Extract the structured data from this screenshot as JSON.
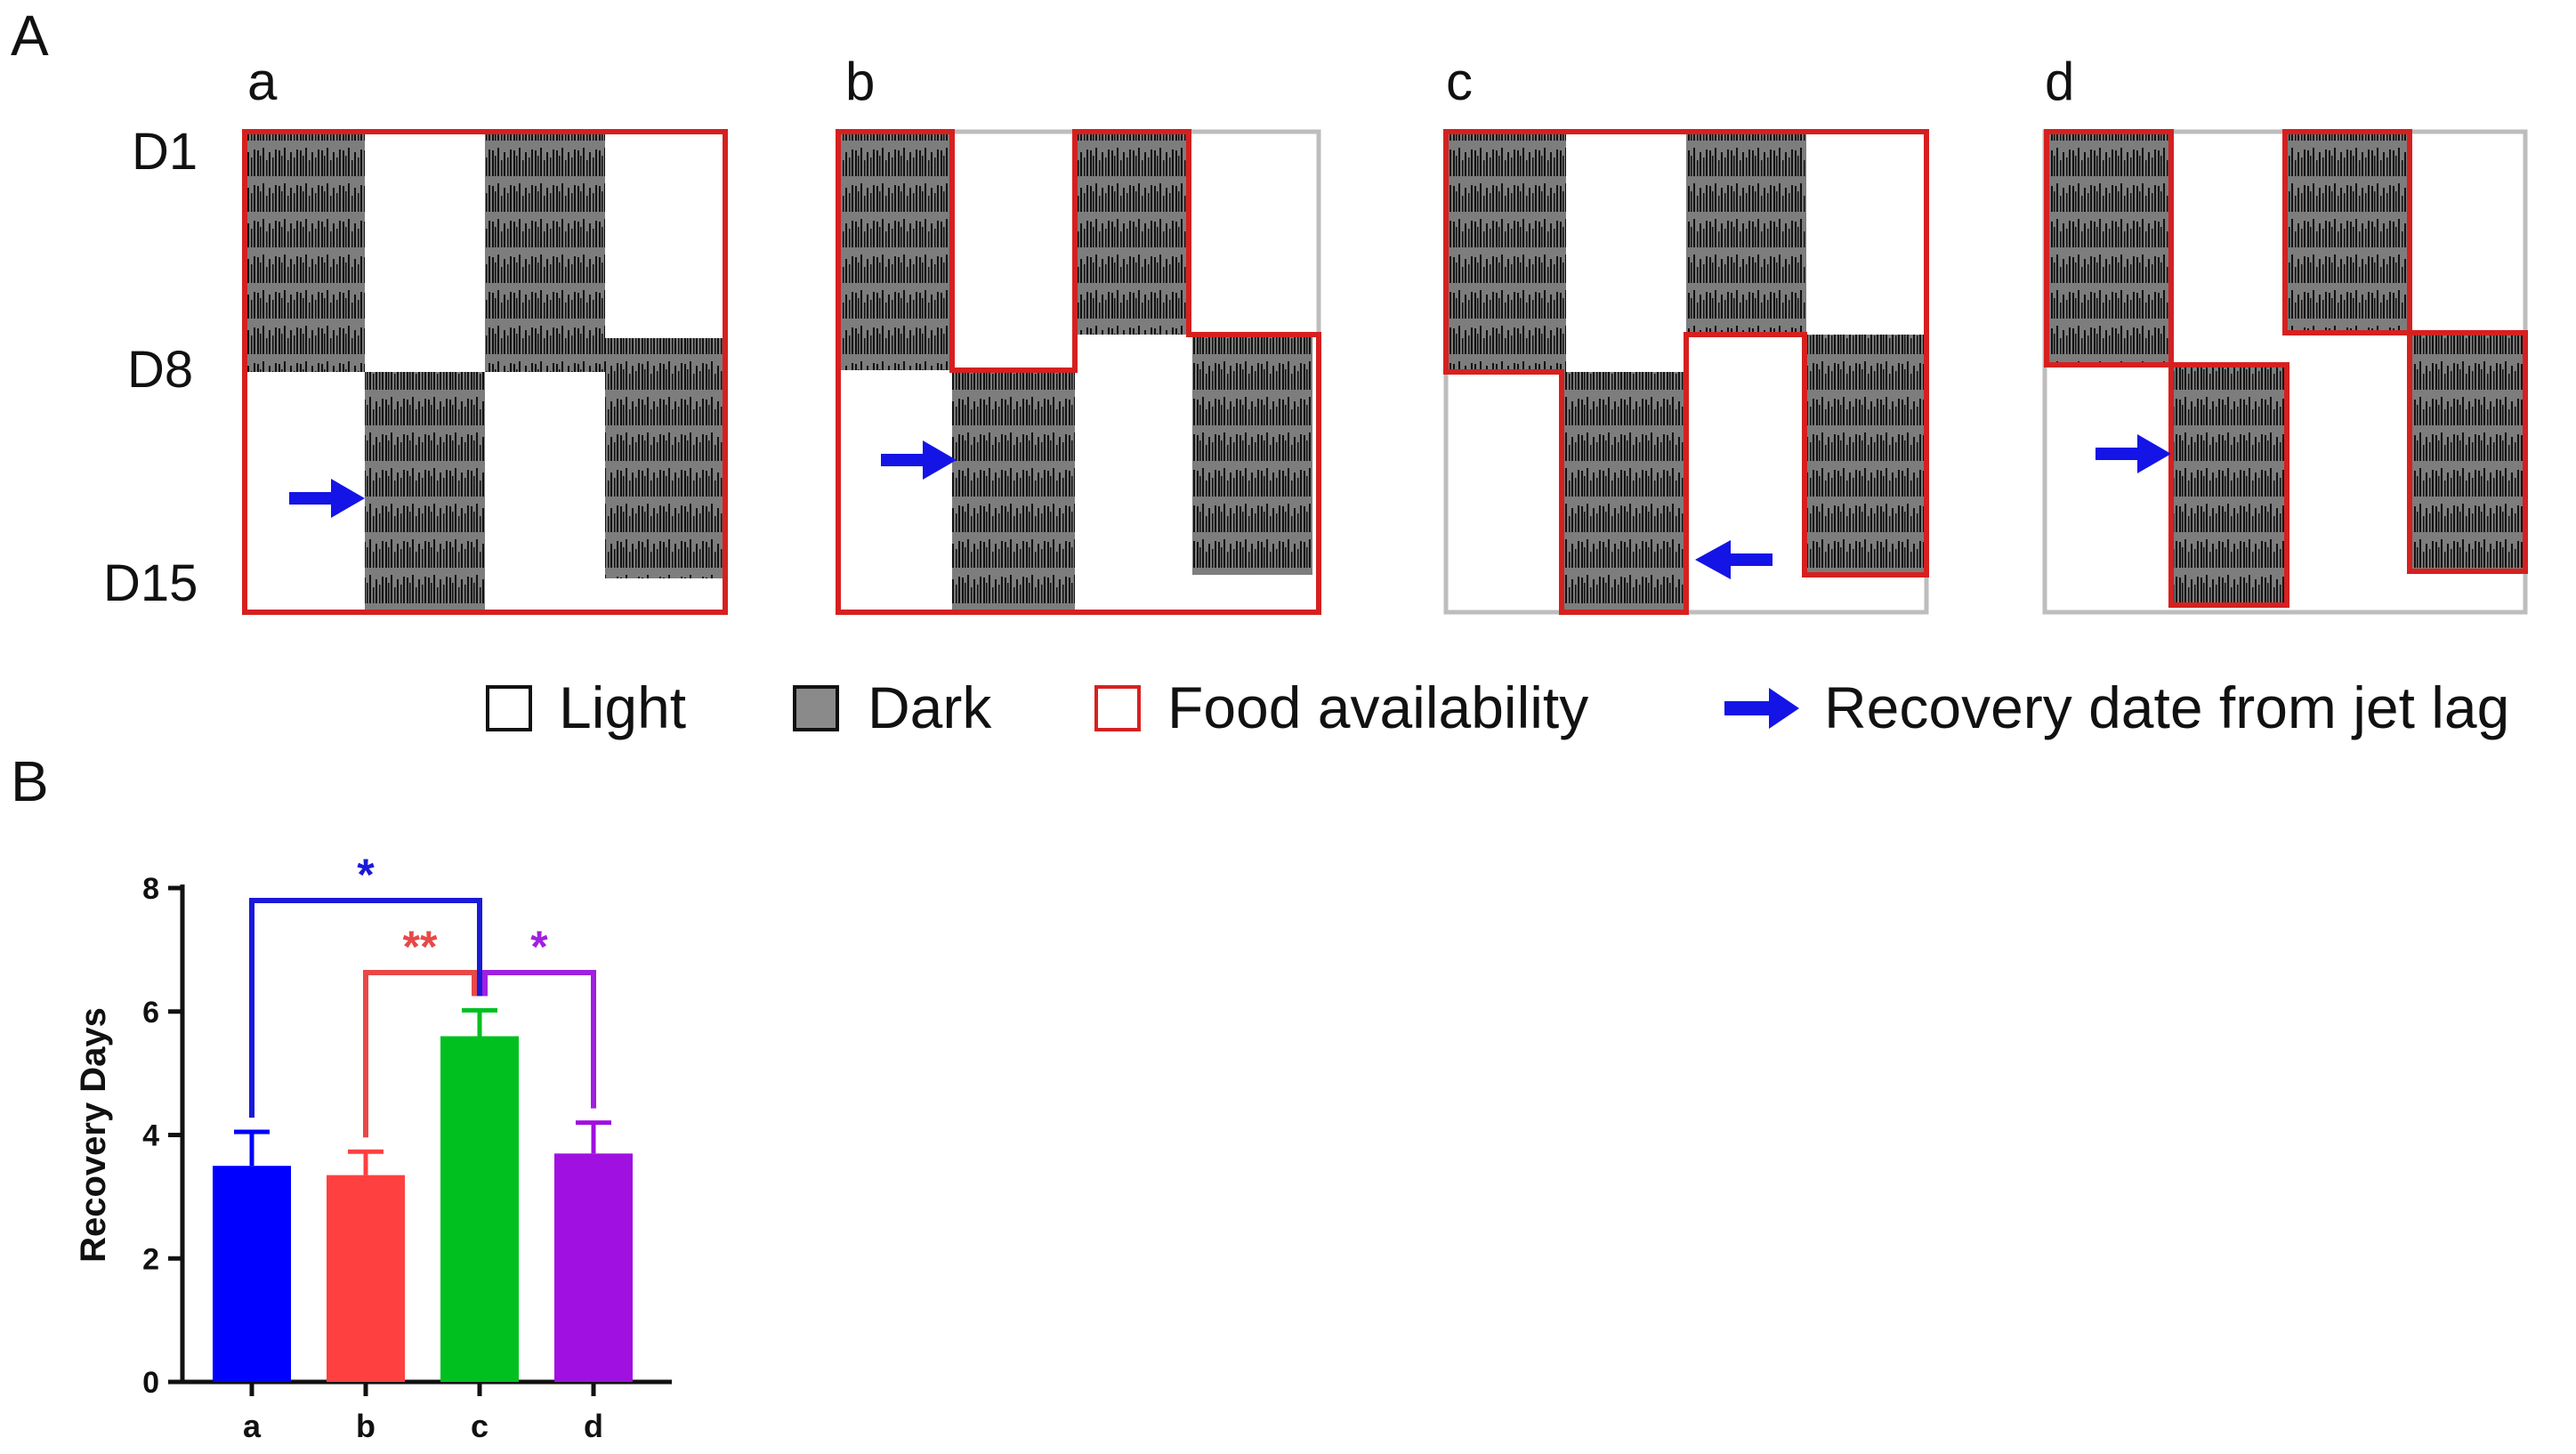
{
  "panel_labels": {
    "A": "A",
    "B": "B"
  },
  "actograms": [
    {
      "label": "a",
      "arrow_direction": "right",
      "food_outline": "#d62020"
    },
    {
      "label": "b",
      "arrow_direction": "right",
      "food_outline": "#d62020"
    },
    {
      "label": "c",
      "arrow_direction": "left",
      "food_outline": "#d62020"
    },
    {
      "label": "d",
      "arrow_direction": "right",
      "food_outline": "#d62020"
    }
  ],
  "day_labels": [
    "D1",
    "D8",
    "D15"
  ],
  "legend": {
    "light": "Light",
    "dark": "Dark",
    "food": "Food availability",
    "recovery": "Recovery date from jet lag"
  },
  "colors": {
    "dark_shade": "#7d7d7d",
    "food_outline": "#d62020",
    "frame_grey": "#bdbdbd",
    "arrow": "#1414e6"
  },
  "chart_data": {
    "type": "bar",
    "categories": [
      "a",
      "b",
      "c",
      "d"
    ],
    "values": [
      3.5,
      3.35,
      5.6,
      3.7
    ],
    "errors": [
      0.55,
      0.38,
      0.42,
      0.5
    ],
    "colors": [
      "#0000ff",
      "#ff4040",
      "#00c020",
      "#a010e0"
    ],
    "ylabel": "Recovery Days",
    "xlabel": "",
    "ylim": [
      0,
      8
    ],
    "yticks": [
      0,
      2,
      4,
      6,
      8
    ],
    "significance": [
      {
        "from": "a",
        "to": "c",
        "label": "*",
        "color": "#1a1ad8"
      },
      {
        "from": "b",
        "to": "c",
        "label": "**",
        "color": "#e84848"
      },
      {
        "from": "c",
        "to": "d",
        "label": "*",
        "color": "#a020e0"
      }
    ]
  }
}
